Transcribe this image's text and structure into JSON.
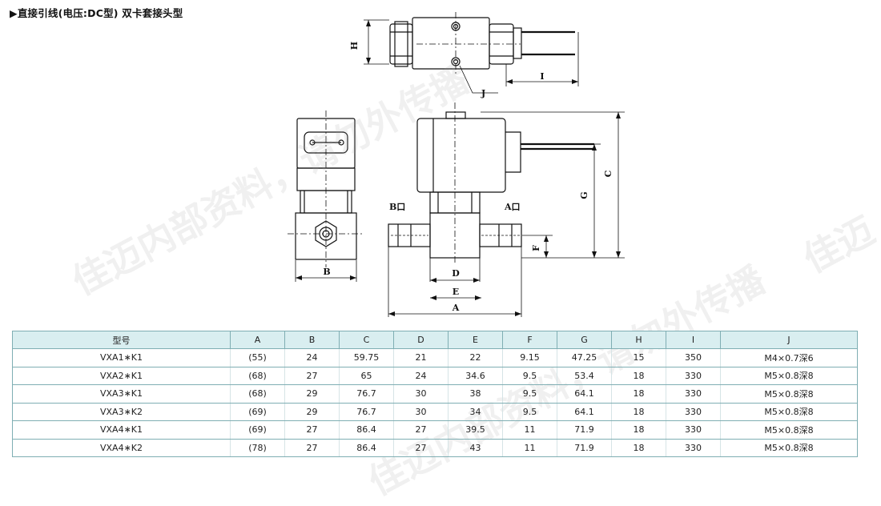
{
  "title": "▶直接引线(电压:DC型) 双卡套接头型",
  "watermarks": [
    "佳迈内部资料，请勿外传播",
    "佳迈内部资料，请勿外传播",
    "佳迈"
  ],
  "drawing_labels": {
    "A": "A",
    "B": "B",
    "C": "C",
    "D": "D",
    "E": "E",
    "F": "F",
    "G": "G",
    "H": "H",
    "I": "I",
    "J": "J",
    "port_a": "A口",
    "port_b": "B口"
  },
  "table": {
    "headers": [
      "型号",
      "A",
      "B",
      "C",
      "D",
      "E",
      "F",
      "G",
      "H",
      "I",
      "J"
    ],
    "rows": [
      [
        "VXA1∗K1",
        "(55)",
        "24",
        "59.75",
        "21",
        "22",
        "9.15",
        "47.25",
        "15",
        "350",
        "M4×0.7深6"
      ],
      [
        "VXA2∗K1",
        "(68)",
        "27",
        "65",
        "24",
        "34.6",
        "9.5",
        "53.4",
        "18",
        "330",
        "M5×0.8深8"
      ],
      [
        "VXA3∗K1",
        "(68)",
        "29",
        "76.7",
        "30",
        "38",
        "9.5",
        "64.1",
        "18",
        "330",
        "M5×0.8深8"
      ],
      [
        "VXA3∗K2",
        "(69)",
        "29",
        "76.7",
        "30",
        "34",
        "9.5",
        "64.1",
        "18",
        "330",
        "M5×0.8深8"
      ],
      [
        "VXA4∗K1",
        "(69)",
        "27",
        "86.4",
        "27",
        "39.5",
        "11",
        "71.9",
        "18",
        "330",
        "M5×0.8深8"
      ],
      [
        "VXA4∗K2",
        "(78)",
        "27",
        "86.4",
        "27",
        "43",
        "11",
        "71.9",
        "18",
        "330",
        "M5×0.8深8"
      ]
    ]
  },
  "colors": {
    "header_bg": "#d9eef0",
    "border": "#7faeb3"
  }
}
